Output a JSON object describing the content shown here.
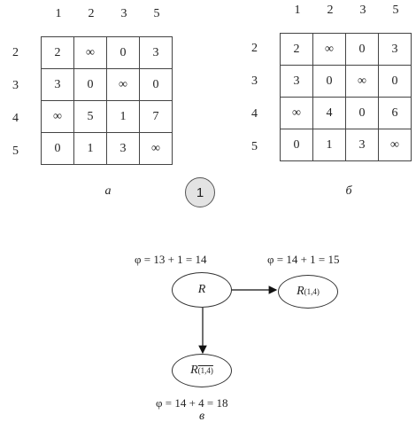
{
  "matrix_a": {
    "col_headers": [
      "1",
      "2",
      "3",
      "5"
    ],
    "row_headers": [
      "2",
      "3",
      "4",
      "5"
    ],
    "rows": [
      [
        "2",
        "∞",
        "0",
        "3"
      ],
      [
        "3",
        "0",
        "∞",
        "0"
      ],
      [
        "∞",
        "5",
        "1",
        "7"
      ],
      [
        "0",
        "1",
        "3",
        "∞"
      ]
    ],
    "caption": "а"
  },
  "matrix_b": {
    "col_headers": [
      "1",
      "2",
      "3",
      "5"
    ],
    "row_headers": [
      "2",
      "3",
      "4",
      "5"
    ],
    "rows": [
      [
        "2",
        "∞",
        "0",
        "3"
      ],
      [
        "3",
        "0",
        "∞",
        "0"
      ],
      [
        "∞",
        "4",
        "0",
        "6"
      ],
      [
        "0",
        "1",
        "3",
        "∞"
      ]
    ],
    "caption": "б"
  },
  "badge": "1",
  "tree": {
    "root": {
      "label": "R",
      "phi": "φ = 13 + 1 = 14"
    },
    "right": {
      "label": "R",
      "sub": "(1,4)",
      "phi": "φ = 14 + 1 = 15"
    },
    "bottom": {
      "label": "R",
      "sub": "(1,4)",
      "phi": "φ = 14 + 4 = 18"
    },
    "caption": "в"
  }
}
